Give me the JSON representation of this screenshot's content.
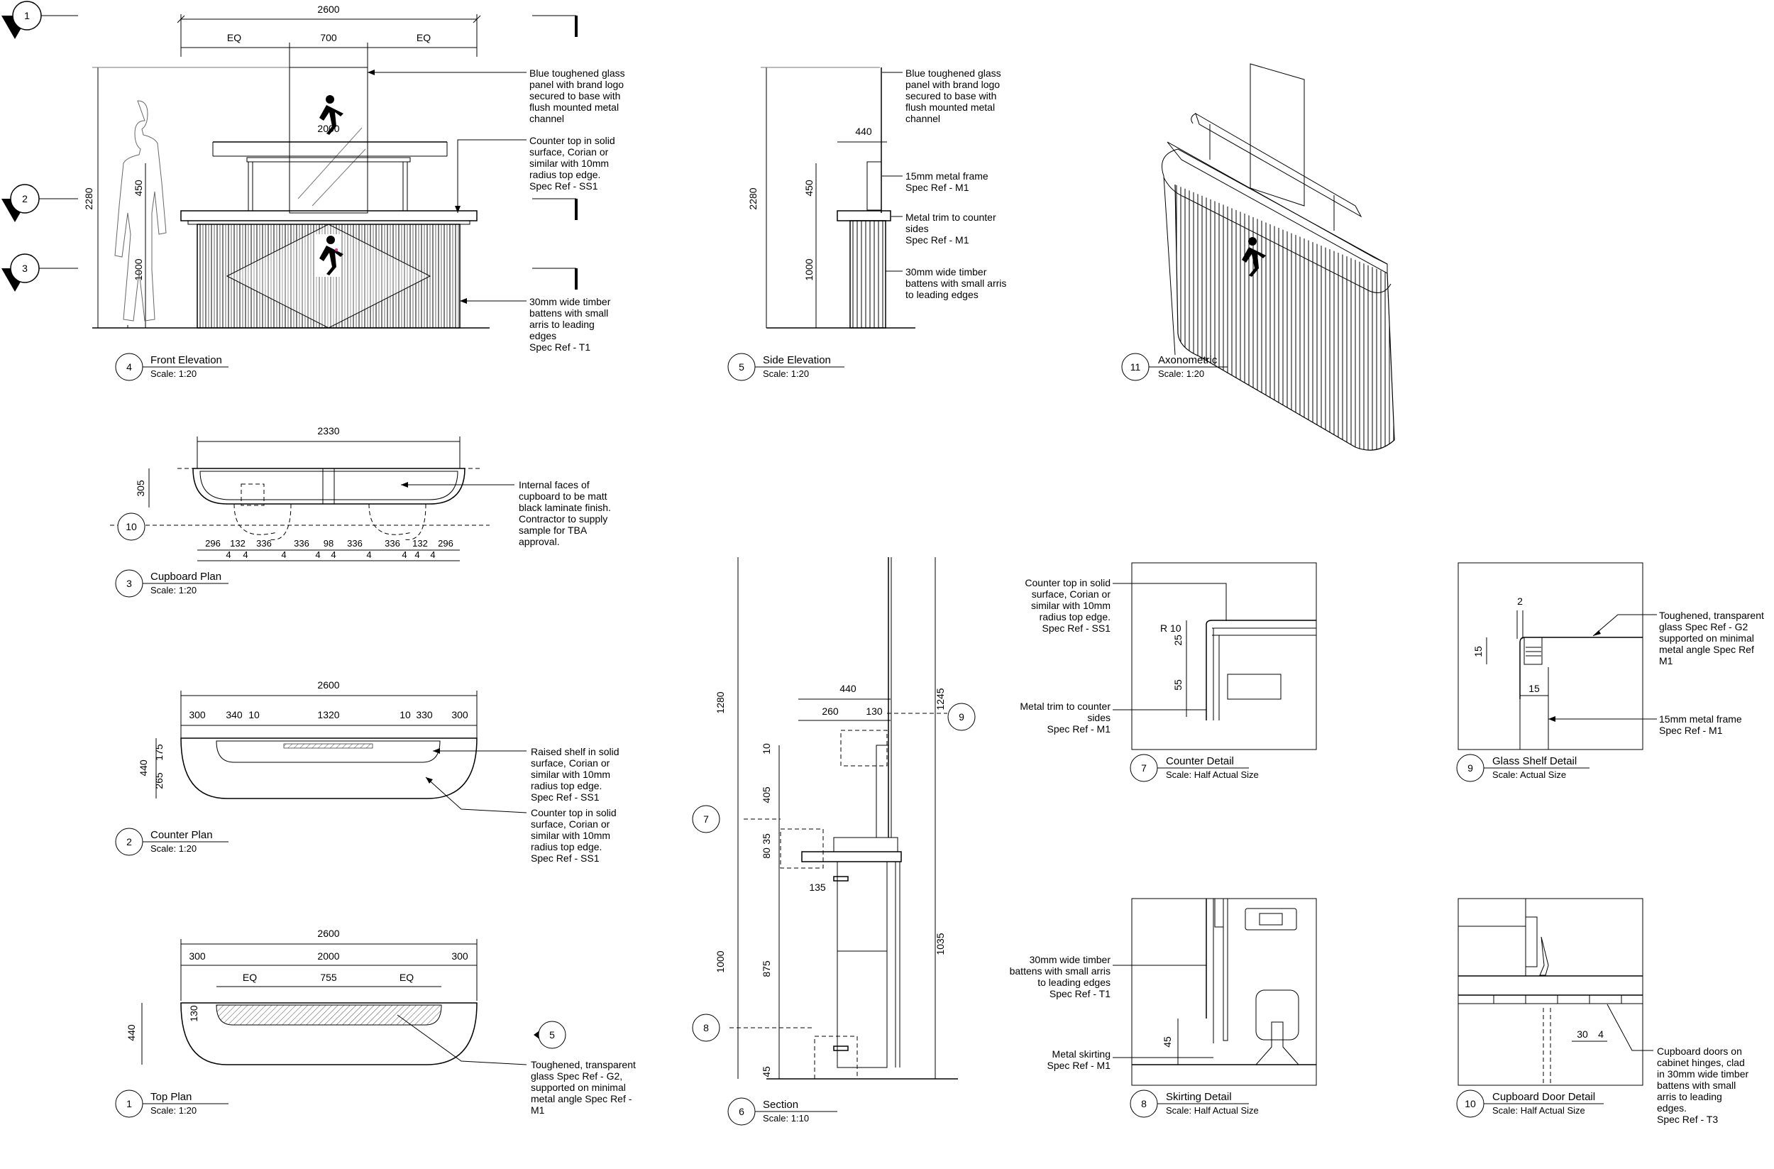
{
  "sections": {
    "s1": "1",
    "s2": "2",
    "s3": "3",
    "s5": "5",
    "s7": "7",
    "s8": "8",
    "s9": "9",
    "s10": "10"
  },
  "views": {
    "front": {
      "num": "4",
      "title": "Front Elevation",
      "scale": "Scale: 1:20"
    },
    "side": {
      "num": "5",
      "title": "Side Elevation",
      "scale": "Scale: 1:20"
    },
    "axo": {
      "num": "11",
      "title": "Axonometric",
      "scale": "Scale: 1:20"
    },
    "cupboard": {
      "num": "3",
      "title": "Cupboard Plan",
      "scale": "Scale: 1:20"
    },
    "counter": {
      "num": "2",
      "title": "Counter Plan",
      "scale": "Scale: 1:20"
    },
    "top": {
      "num": "1",
      "title": "Top Plan",
      "scale": "Scale: 1:20"
    },
    "section": {
      "num": "6",
      "title": "Section",
      "scale": "Scale: 1:10"
    },
    "counterDetail": {
      "num": "7",
      "title": "Counter Detail",
      "scale": "Scale: Half Actual Size"
    },
    "glassShelf": {
      "num": "9",
      "title": "Glass Shelf Detail",
      "scale": "Scale: Actual Size"
    },
    "skirting": {
      "num": "8",
      "title": "Skirting Detail",
      "scale": "Scale: Half Actual Size"
    },
    "cupDoor": {
      "num": "10",
      "title": "Cupboard Door Detail",
      "scale": "Scale: Half Actual Size"
    }
  },
  "dims": {
    "front": {
      "overall": "2600",
      "eq_left": "EQ",
      "mid": "700",
      "eq_right": "EQ",
      "height": "2280",
      "upper": "450",
      "lower": "1000",
      "shelf": "2000"
    },
    "side": {
      "height": "2280",
      "depth": "440",
      "upper": "450",
      "lower": "1000"
    },
    "cupboard": {
      "overall": "2330",
      "depth": "305",
      "row1": [
        "296",
        "132",
        "336",
        "336",
        "98",
        "336",
        "336",
        "132",
        "296"
      ],
      "row2": [
        "4",
        "4",
        "4",
        "4",
        "4",
        "4",
        "4",
        "4",
        "4"
      ]
    },
    "counter": {
      "overall": "2600",
      "parts": [
        "300",
        "340",
        "10",
        "1320",
        "10",
        "330",
        "300"
      ],
      "depth": "440",
      "d1": "175",
      "d2": "265"
    },
    "top": {
      "overall": "2600",
      "a": "300",
      "b": "2000",
      "c": "300",
      "eq1": "EQ",
      "mid": "755",
      "eq2": "EQ",
      "depth": "440",
      "d1": "130"
    },
    "section": {
      "top": "440",
      "t1": "260",
      "t2": "130",
      "h1280": "1280",
      "h1245": "1245",
      "h10": "10",
      "h405": "405",
      "h80": "80",
      "h35": "35",
      "w135": "135",
      "h1000": "1000",
      "h875": "875",
      "h1035": "1035",
      "h45": "45"
    },
    "counterDetail": {
      "r": "R 10",
      "a": "25",
      "b": "55"
    },
    "glassShelf": {
      "a": "2",
      "b": "15",
      "c": "15"
    },
    "skirting": {
      "a": "45"
    },
    "cupDoor": {
      "a": "30",
      "b": "4"
    }
  },
  "notes": {
    "front1": [
      "Blue toughened glass",
      "panel with brand logo",
      "secured to base with",
      "flush mounted metal",
      "channel"
    ],
    "front2": [
      "Counter top in solid",
      "surface, Corian or",
      "similar with 10mm",
      "radius top edge.",
      "Spec Ref - SS1"
    ],
    "front3": [
      "30mm wide timber",
      "battens with small",
      "arris to leading",
      "edges",
      "Spec Ref - T1"
    ],
    "side1": [
      "Blue toughened glass",
      "panel with brand logo",
      "secured to base with",
      "flush mounted metal",
      "channel"
    ],
    "side2": [
      "15mm metal frame",
      "Spec Ref - M1"
    ],
    "side3": [
      "Metal trim to counter",
      "sides",
      "Spec Ref - M1"
    ],
    "side4": [
      "30mm wide timber",
      "battens with small arris",
      "to leading edges"
    ],
    "cupboard1": [
      "Internal faces of",
      "cupboard to be matt",
      "black laminate finish.",
      "Contractor to supply",
      "sample for TBA",
      "approval."
    ],
    "counter1": [
      "Raised shelf in solid",
      "surface, Corian or",
      "similar with 10mm",
      "radius top edge.",
      "Spec Ref - SS1"
    ],
    "counter2": [
      "Counter top in solid",
      "surface, Corian or",
      "similar with 10mm",
      "radius top edge.",
      "Spec Ref - SS1"
    ],
    "top1": [
      "Toughened, transparent",
      "glass Spec Ref - G2,",
      "supported on minimal",
      "metal angle Spec Ref -",
      "M1"
    ],
    "cd1": [
      "Counter top in solid",
      "surface, Corian or",
      "similar with 10mm",
      "radius top edge.",
      "Spec Ref - SS1"
    ],
    "cd2": [
      "Metal trim to counter",
      "sides",
      "Spec Ref - M1"
    ],
    "gs1": [
      "Toughened, transparent",
      "glass Spec Ref - G2",
      "supported on minimal",
      "metal angle Spec Ref",
      "M1"
    ],
    "gs2": [
      "15mm metal frame",
      "Spec Ref - M1"
    ],
    "sk1": [
      "30mm wide timber",
      "battens with small arris",
      "to leading edges",
      "Spec Ref - T1"
    ],
    "sk2": [
      "Metal skirting",
      "Spec Ref - M1"
    ],
    "cu1": [
      "Cupboard doors on",
      "cabinet hinges, clad",
      "in 30mm wide timber",
      "battens with small",
      "arris to leading",
      "edges.",
      "Spec Ref - T3"
    ]
  }
}
